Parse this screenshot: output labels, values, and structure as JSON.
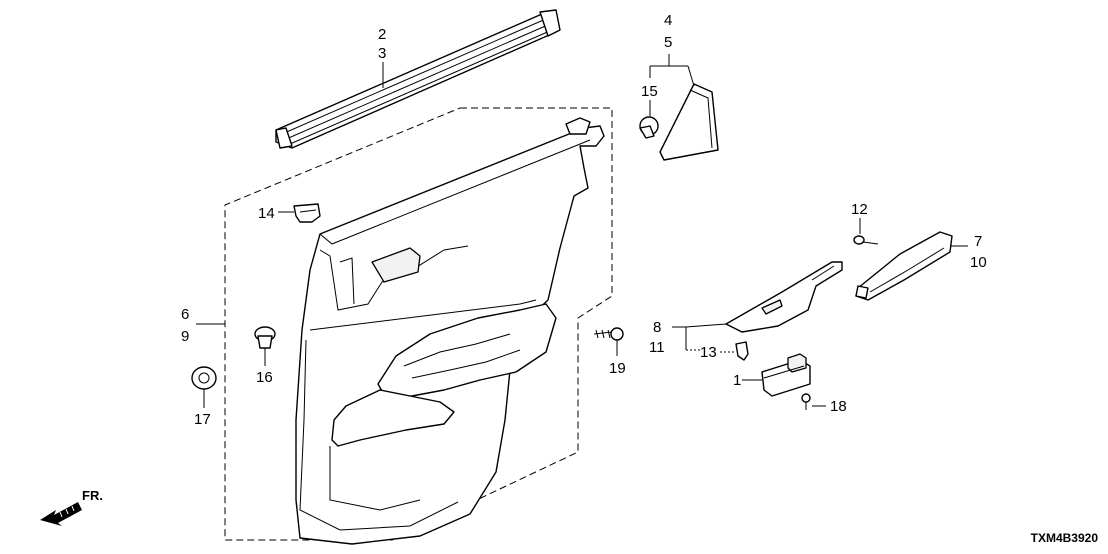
{
  "diagram": {
    "callouts": {
      "c1": "1",
      "c2": "2",
      "c3": "3",
      "c4": "4",
      "c5": "5",
      "c6": "6",
      "c7": "7",
      "c8": "8",
      "c9": "9",
      "c10": "10",
      "c11": "11",
      "c12": "12",
      "c13": "13",
      "c14": "14",
      "c15": "15",
      "c16": "16",
      "c17": "17",
      "c18": "18",
      "c19": "19"
    },
    "direction_label": "FR.",
    "diagram_code": "TXM4B3920"
  }
}
